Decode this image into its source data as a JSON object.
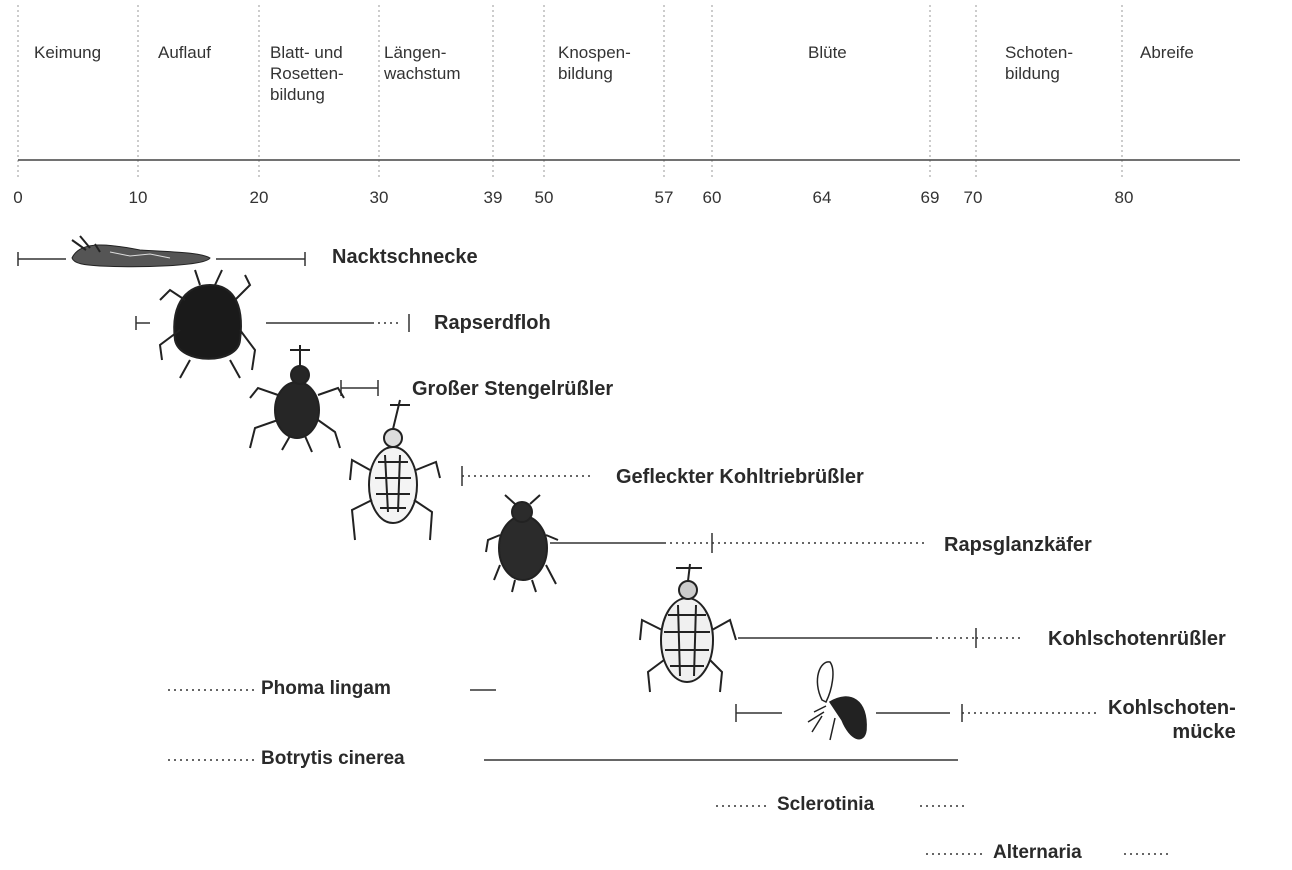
{
  "stages": [
    {
      "label": "Keimung"
    },
    {
      "label": "Auflauf"
    },
    {
      "label": "Blatt- und\nRosetten-\nbildung"
    },
    {
      "label": "Längen-\nwachstum"
    },
    {
      "label": "Knospen-\nbildung"
    },
    {
      "label": "Blüte"
    },
    {
      "label": "Schoten-\nbildung"
    },
    {
      "label": "Abreife"
    }
  ],
  "ticks": [
    "0",
    "10",
    "20",
    "30",
    "39",
    "50",
    "57",
    "60",
    "64",
    "69",
    "70",
    "80"
  ],
  "pests": [
    {
      "name": "Nacktschnecke",
      "icon": "slug-icon"
    },
    {
      "name": "Rapserdfloh",
      "icon": "flea-beetle-icon"
    },
    {
      "name": "Großer Stengelrüßler",
      "icon": "stem-weevil-icon"
    },
    {
      "name": "Gefleckter Kohltriebrüßler",
      "icon": "shoot-weevil-icon"
    },
    {
      "name": "Rapsglanzkäfer",
      "icon": "pollen-beetle-icon"
    },
    {
      "name": "Kohlschotenrüßler",
      "icon": "seed-weevil-icon"
    },
    {
      "name": "Kohlschoten-\nmücke",
      "icon": "pod-midge-icon"
    }
  ],
  "diseases": [
    {
      "name": "Phoma lingam"
    },
    {
      "name": "Botrytis cinerea"
    },
    {
      "name": "Sclerotinia"
    },
    {
      "name": "Alternaria"
    }
  ]
}
